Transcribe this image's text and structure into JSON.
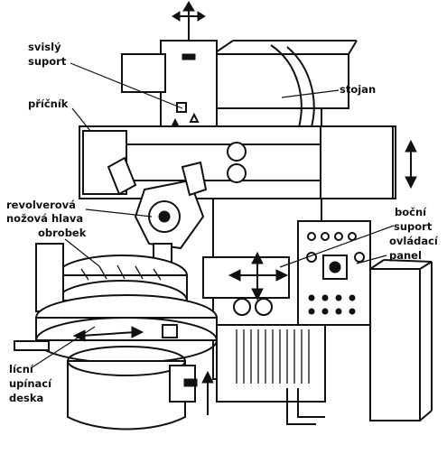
{
  "labels": {
    "svisly_suport_1": "svislý",
    "svisly_suport_2": "suport",
    "pricnik": "příčník",
    "stojan": "stojan",
    "revolverova_1": "revolverová",
    "revolverova_2": "nožová hlava",
    "obrobek": "obrobek",
    "bocni_suport_1": "boční",
    "bocni_suport_2": "suport",
    "ovladaci_panel_1": "ovládací",
    "ovladaci_panel_2": "panel",
    "licni_deska_1": "lícní",
    "licni_deska_2": "upínací",
    "licni_deska_3": "deska"
  },
  "colors": {
    "ink": "#111111",
    "paper": "#ffffff"
  }
}
